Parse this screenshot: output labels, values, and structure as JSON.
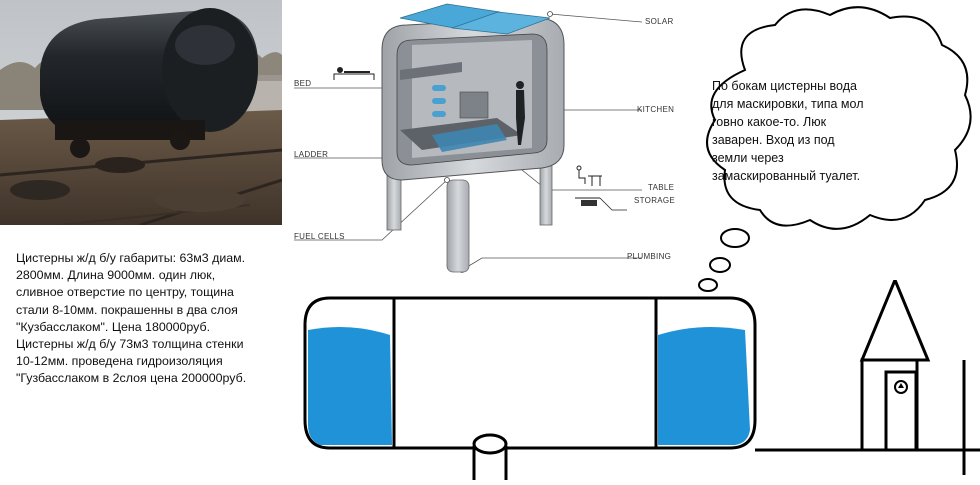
{
  "description_text": "Цистерны ж/д б/у габариты: 63м3 диам.\n2800мм. Длина 9000мм. один люк,\nсливное отверстие по центру, тощина\nстали 8-10мм. покрашенны в два слоя\n\"Кузбасслаком\". Цена 180000руб.\nЦистерны ж/д б/у 73м3 толщина стенки\n10-12мм. проведена гидроизоляция\n\"Гузбасслаком в 2слоя цена 200000руб.",
  "thought_bubble_text": "По бокам цистерны вода\nдля маскировки, типа мол\nговно какое-то. Люк\nзаварен. Вход из под\nземли через\nзамаскированный туалет.",
  "diagram_labels": {
    "solar": "SOLAR",
    "bed": "BED",
    "kitchen": "KITCHEN",
    "ladder": "LADDER",
    "table": "TABLE",
    "storage": "STORAGE",
    "fuel_cells": "FUEL CELLS",
    "plumbing": "PLUMBING"
  },
  "colors": {
    "water": "#1f92d8",
    "solar_panel": "#4aa8d8",
    "tank_outline": "#000000",
    "photo_sky": "#c9ccd0",
    "photo_ground": "#5a4a3c"
  }
}
